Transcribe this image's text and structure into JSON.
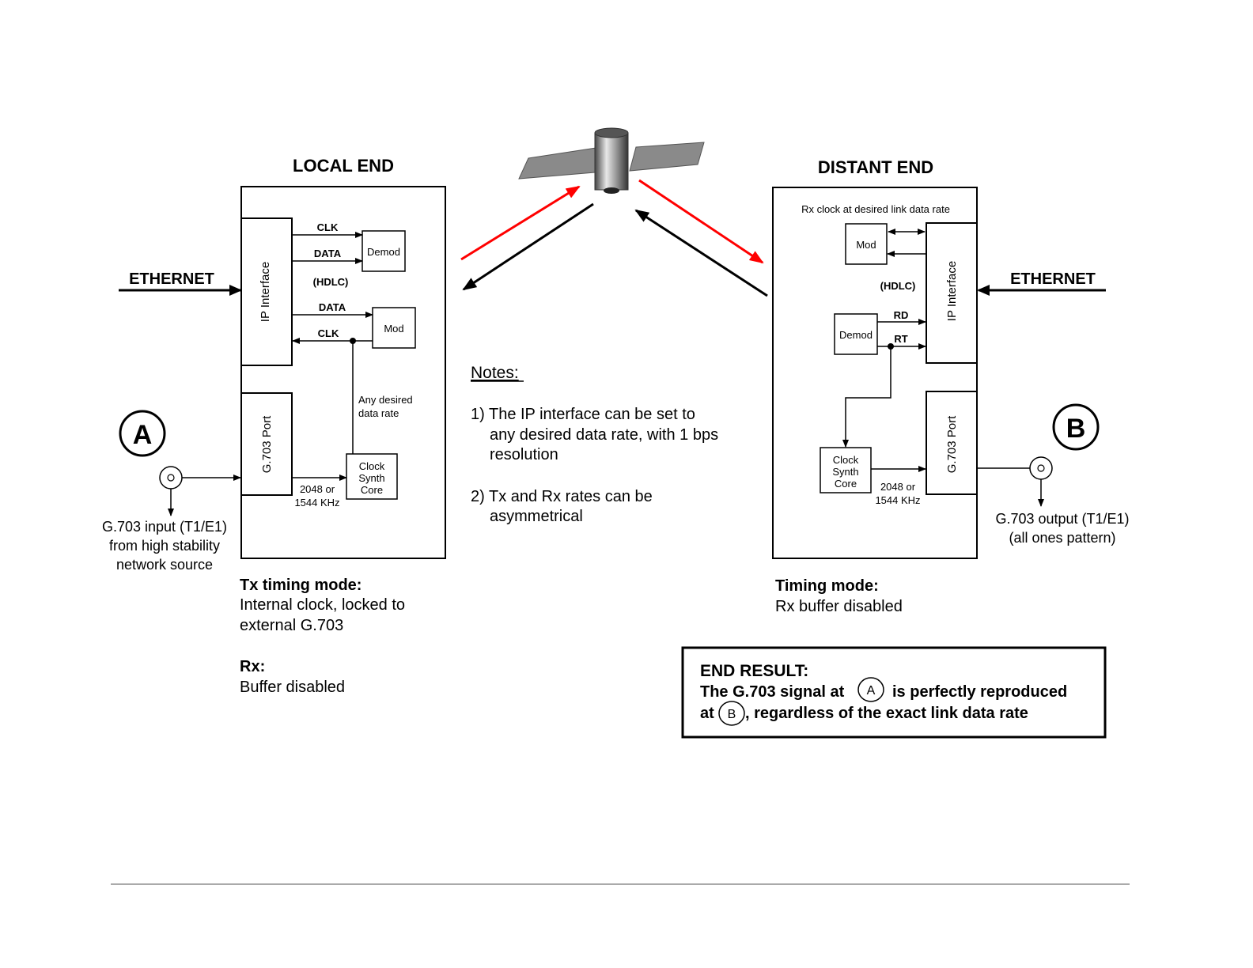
{
  "local": {
    "title": "LOCAL END",
    "ip_interface": "IP Interface",
    "g703_port": "G.703 Port",
    "clk_top": "CLK",
    "data_top": "DATA",
    "demod": "Demod",
    "hdlc": "(HDLC)",
    "data_mod": "DATA",
    "clk_mod": "CLK",
    "mod": "Mod",
    "any_rate_1": "Any desired",
    "any_rate_2": "data rate",
    "clock_1": "Clock",
    "clock_2": "Synth",
    "clock_3": "Core",
    "freq_1": "2048 or",
    "freq_2": "1544 KHz",
    "ethernet": "ETHERNET",
    "point": "A",
    "input_1": "G.703 input (T1/E1)",
    "input_2": "from high stability",
    "input_3": "network source",
    "mode_title": "Tx timing mode:",
    "mode_1": "Internal clock, locked to",
    "mode_2": "external G.703",
    "rx_title": "Rx:",
    "rx_1": "Buffer disabled"
  },
  "distant": {
    "title": "DISTANT END",
    "rx_clock": "Rx clock at desired link data rate",
    "mod": "Mod",
    "hdlc": "(HDLC)",
    "demod": "Demod",
    "rd": "RD",
    "rt": "RT",
    "ip_interface": "IP Interface",
    "g703_port": "G.703 Port",
    "clock_1": "Clock",
    "clock_2": "Synth",
    "clock_3": "Core",
    "freq_1": "2048 or",
    "freq_2": "1544 KHz",
    "ethernet": "ETHERNET",
    "point": "B",
    "output_1": "G.703 output (T1/E1)",
    "output_2": "(all ones pattern)",
    "mode_title": "Timing mode:",
    "mode_1": "Rx buffer disabled"
  },
  "notes": {
    "title": "Notes:",
    "n1_1": "1) The IP interface can be set to",
    "n1_2": "any desired data rate, with 1 bps",
    "n1_3": "resolution",
    "n2_1": "2) Tx and Rx rates can be",
    "n2_2": "asymmetrical"
  },
  "result": {
    "title": "END RESULT:",
    "line1_a": "The G.703 signal at",
    "point_a": "A",
    "line1_b": "is perfectly reproduced",
    "line2_a": "at",
    "point_b": "B",
    "line2_b": ", regardless of the exact link data rate"
  },
  "colors": {
    "uplink": "#ff0000",
    "downlink": "#000000"
  }
}
